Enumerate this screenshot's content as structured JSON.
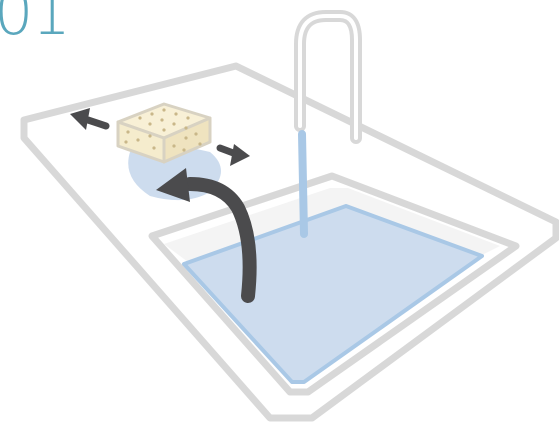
{
  "step_number": "01",
  "colors": {
    "outline": "#d8d8d8",
    "water": "#cddcee",
    "water_line": "#a9c8e6",
    "sponge": "#f5eccd",
    "sponge_outline": "#d8d2c2",
    "sponge_dots": "#c9b789",
    "arrow": "#4b4b4d",
    "step_label": "#5aa7bd"
  },
  "icons": {
    "sponge": "sponge-icon",
    "wipe_arrows": "direction-arrows",
    "rinse_arrow": "curved-arrow"
  }
}
